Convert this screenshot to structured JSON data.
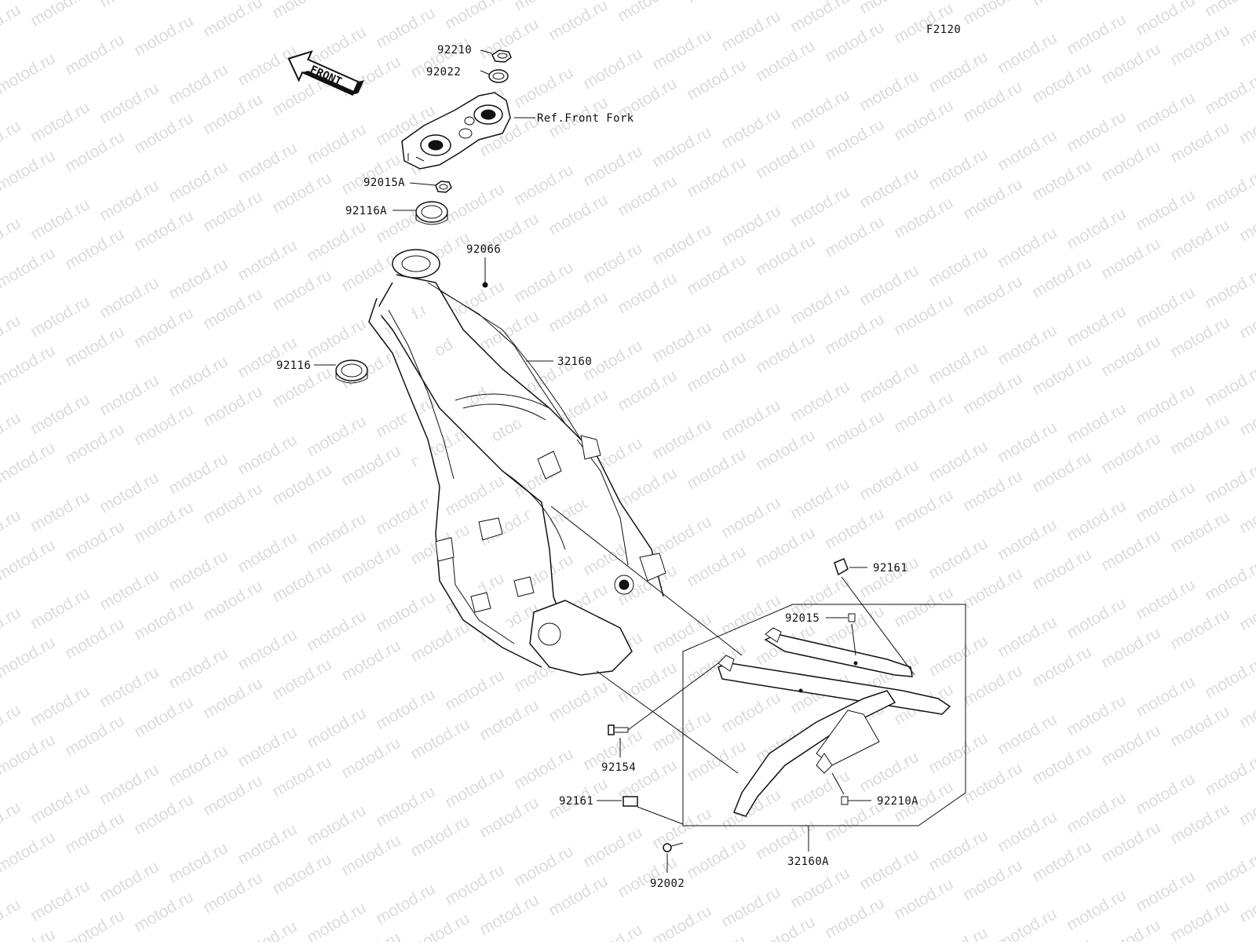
{
  "figure_code": "F2120",
  "watermark": "motod.ru",
  "direction_arrow": {
    "label": "FRONT",
    "icon": "front-arrow-icon"
  },
  "reference": "Ref.Front Fork",
  "callouts": [
    {
      "id": "92210",
      "label": "92210"
    },
    {
      "id": "92022",
      "label": "92022"
    },
    {
      "id": "92015A",
      "label": "92015A"
    },
    {
      "id": "92116A",
      "label": "92116A"
    },
    {
      "id": "92066",
      "label": "92066"
    },
    {
      "id": "92116",
      "label": "92116"
    },
    {
      "id": "32160",
      "label": "32160"
    },
    {
      "id": "92161-top",
      "label": "92161"
    },
    {
      "id": "92015",
      "label": "92015"
    },
    {
      "id": "92154",
      "label": "92154"
    },
    {
      "id": "92161-bottom",
      "label": "92161"
    },
    {
      "id": "92210A",
      "label": "92210A"
    },
    {
      "id": "32160A",
      "label": "32160A"
    },
    {
      "id": "92002",
      "label": "92002"
    }
  ]
}
